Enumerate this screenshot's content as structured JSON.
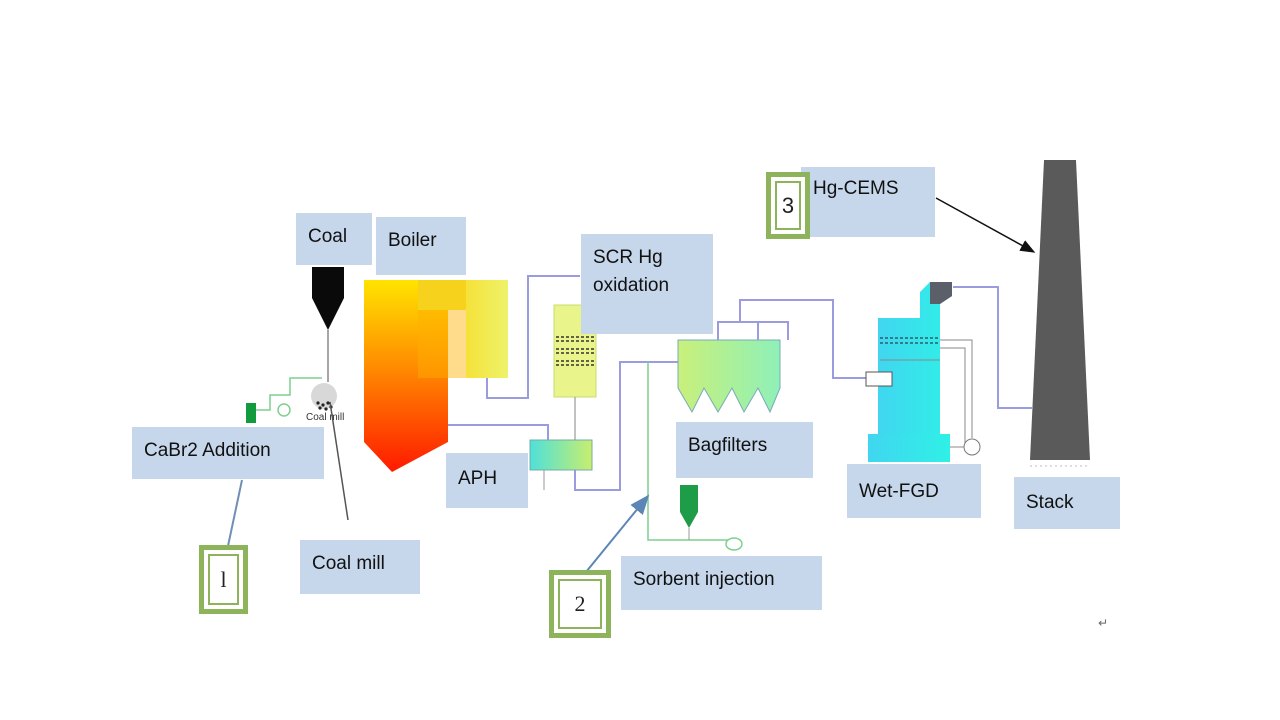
{
  "labels": {
    "coal": "Coal",
    "boiler": "Boiler",
    "scr": "SCR Hg oxidation",
    "hg_cems": "Hg-CEMS",
    "cabr2": "CaBr2 Addition",
    "coal_mill": "Coal mill",
    "coal_mill_small": "Coal mill",
    "aph": "APH",
    "bagfilters": "Bagfilters",
    "wet_fgd": "Wet-FGD",
    "stack": "Stack",
    "sorbent": "Sorbent injection"
  },
  "markers": {
    "m1": "l",
    "m2": "2",
    "m3": "3"
  },
  "paragraph_mark": "↵",
  "colors": {
    "label_bg": "#c6d7ec",
    "marker_border": "#8db35b",
    "pipe": "#9b9be0",
    "reagent_line": "#7fcf8f",
    "stack": "#5a5a5a",
    "fgd_cyan": "#38e8f0"
  }
}
